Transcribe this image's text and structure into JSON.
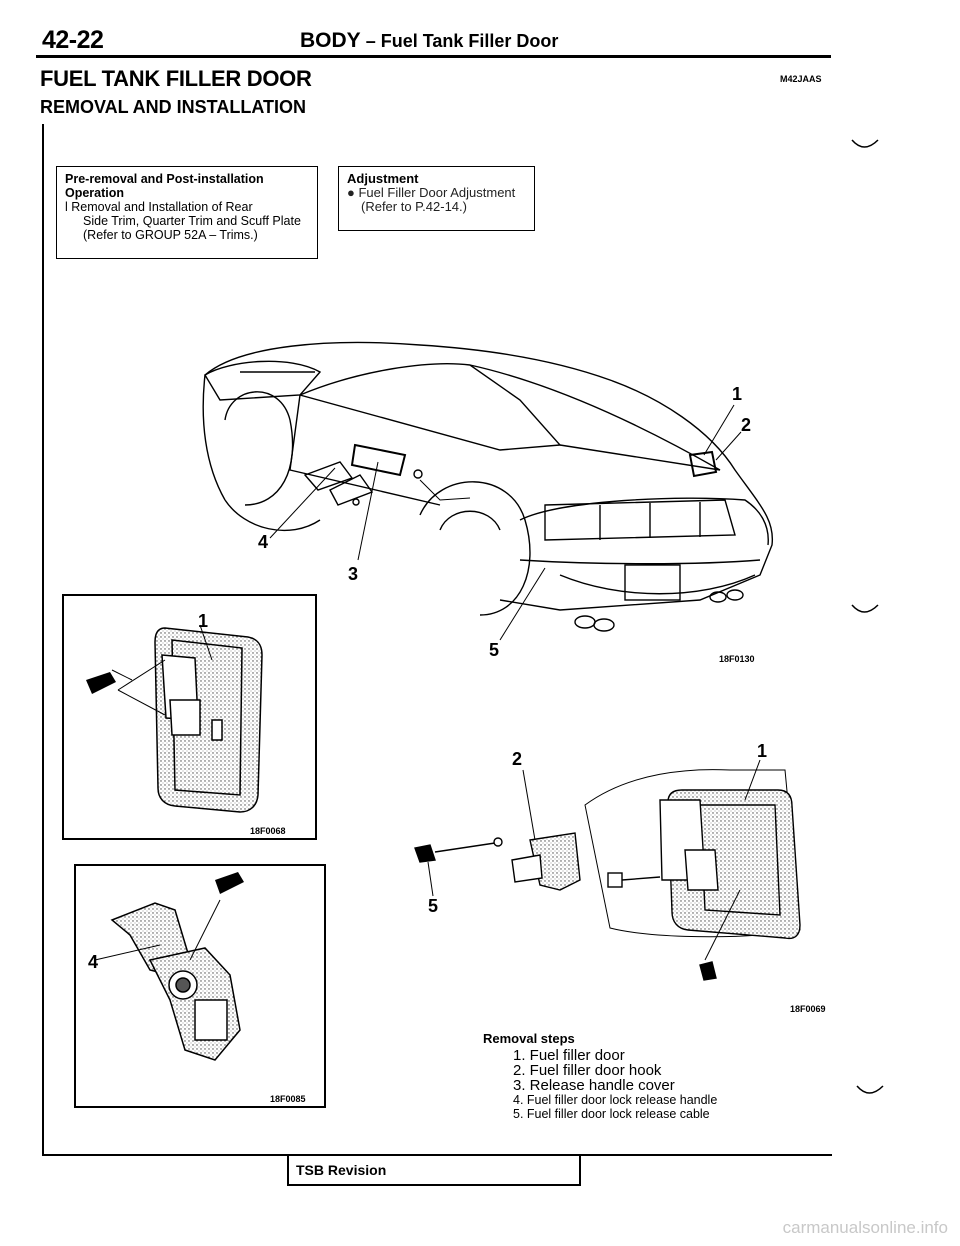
{
  "header": {
    "page_number": "42-22",
    "section": "BODY",
    "dash": "–",
    "topic": "Fuel Tank Filler Door"
  },
  "section": {
    "title": "FUEL TANK FILLER DOOR",
    "code": "M42JAAS",
    "subtitle": "REMOVAL AND INSTALLATION"
  },
  "pre_removal": {
    "heading_1": "Pre-removal and Post-installation",
    "heading_2": "Operation",
    "bullet": "l",
    "item_1": "Removal and Installation of Rear",
    "item_2": "Side Trim, Quarter Trim and Scuff Plate",
    "item_3": "(Refer to GROUP 52A – Trims.)"
  },
  "adjustment": {
    "heading": "Adjustment",
    "bullet": "●",
    "item_1": "Fuel Filler Door Adjustment",
    "item_2": "(Refer to P.42-14.)"
  },
  "figures": {
    "main": {
      "code": "18F0130",
      "callouts": [
        "1",
        "2",
        "3",
        "4",
        "5"
      ]
    },
    "inset_door": {
      "code": "18F0068",
      "callout": "1"
    },
    "inset_hook": {
      "code": "18F0085",
      "callout": "4"
    },
    "exploded": {
      "code": "18F0069",
      "callouts": [
        "1",
        "2",
        "5"
      ]
    }
  },
  "removal_steps": {
    "title": "Removal steps",
    "items": [
      "1. Fuel filler door",
      "2. Fuel filler door hook",
      "3. Release handle cover",
      "4. Fuel filler door lock release handle",
      "5. Fuel filler door lock release cable"
    ]
  },
  "footer": {
    "tsb": "TSB Revision"
  },
  "watermark": "carmanualsonline.info"
}
